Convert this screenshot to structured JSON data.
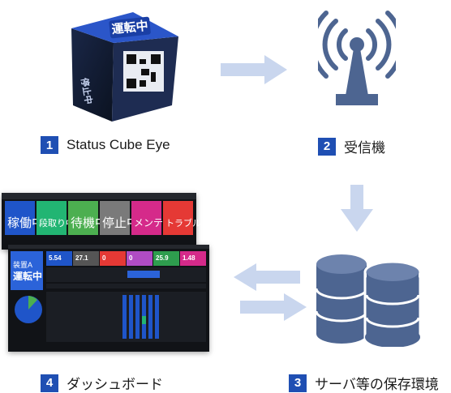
{
  "steps": [
    {
      "number": "1",
      "label": "Status Cube Eye"
    },
    {
      "number": "2",
      "label": "受信機"
    },
    {
      "number": "3",
      "label": "サーバ等の保存環境"
    },
    {
      "number": "4",
      "label": "ダッシュボード"
    }
  ],
  "cube": {
    "top_text": "運転中",
    "side_text": "停止中"
  },
  "dashboard": {
    "back_tiles": [
      {
        "text": "稼働中",
        "color": "#1f55c9"
      },
      {
        "text": "段取り中",
        "color": "#22b573"
      },
      {
        "text": "待機中",
        "color": "#4caf50"
      },
      {
        "text": "停止中",
        "color": "#7a7a7a"
      },
      {
        "text": "メンテ中",
        "color": "#d52a8a"
      },
      {
        "text": "トラブル",
        "color": "#e53935"
      }
    ],
    "front_panel": {
      "title": "装置A",
      "status": "運転中",
      "color": "#2b63d9"
    },
    "kpis": [
      {
        "value": "5.54",
        "color": "#1f55c9"
      },
      {
        "value": "27.1",
        "color": "#555555"
      },
      {
        "value": "0",
        "color": "#e53935"
      },
      {
        "value": "0",
        "color": "#b04cc4"
      },
      {
        "value": "25.9",
        "color": "#2e9d4e"
      },
      {
        "value": "1.48",
        "color": "#d52a8a"
      }
    ]
  },
  "colors": {
    "accent": "#1f4fb3",
    "arrow": "#c9d6ee",
    "server": "#4d6591"
  }
}
